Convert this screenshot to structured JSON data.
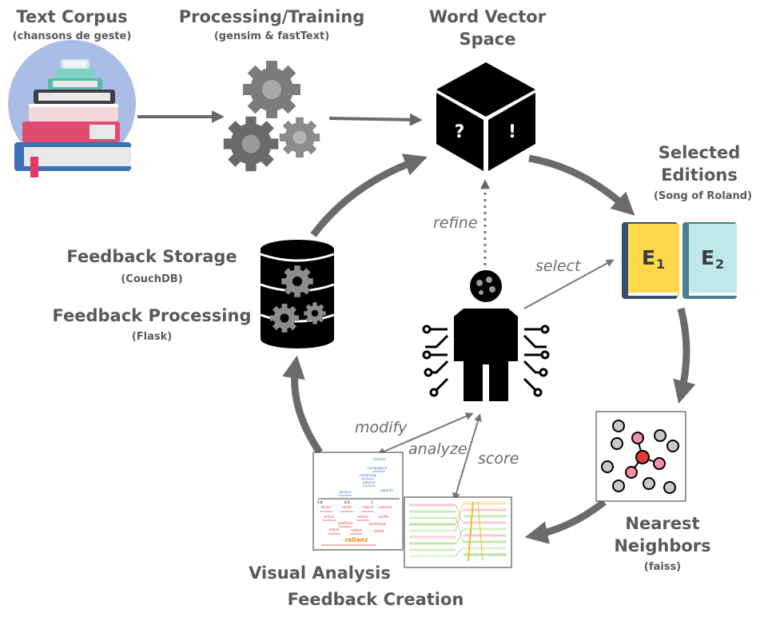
{
  "labels": {
    "text_corpus": "Text Corpus",
    "text_corpus_sub": "(chansons de geste)",
    "processing": "Processing/Training",
    "processing_sub": "(gensim & fastText)",
    "wvs_line1": "Word Vector",
    "wvs_line2": "Space",
    "selected_line1": "Selected",
    "selected_line2": "Editions",
    "selected_sub": "(Song of Roland)",
    "feedback_storage": "Feedback Storage",
    "feedback_storage_sub": "(CouchDB)",
    "feedback_processing": "Feedback Processing",
    "feedback_processing_sub": "(Flask)",
    "nn_line1": "Nearest",
    "nn_line2": "Neighbors",
    "nn_sub": "(faiss)",
    "visual_analysis": "Visual Analysis",
    "feedback_creation": "Feedback Creation"
  },
  "edge_labels": {
    "refine": "refine",
    "select": "select",
    "modify": "modify",
    "analyze": "analyze",
    "score": "score"
  },
  "cube_symbols": {
    "left": "?",
    "right": "!"
  },
  "editions": {
    "e1": {
      "letter": "E",
      "index": "1",
      "color": "#fdd84a"
    },
    "e2": {
      "letter": "E",
      "index": "2",
      "color": "#bfe8ea"
    }
  },
  "vis_words": {
    "blue": [
      "tresurer",
      "compaignie",
      "compaing",
      "paignor",
      "oliviers",
      "repentir"
    ],
    "red": [
      "olivier",
      "rolleit",
      "roland",
      "rossinol",
      "orlans",
      "rollanz",
      "barfle",
      "pasfirant",
      "seneshaut",
      "rollont",
      "rollant",
      "rolanz"
    ],
    "highlight": "rollanz",
    "axis_ticks": [
      "0.8",
      "0.9",
      "1"
    ]
  },
  "colors": {
    "label": "#5a5a5a",
    "arrow": "#6b6b6b",
    "red_node": "#e53935"
  }
}
